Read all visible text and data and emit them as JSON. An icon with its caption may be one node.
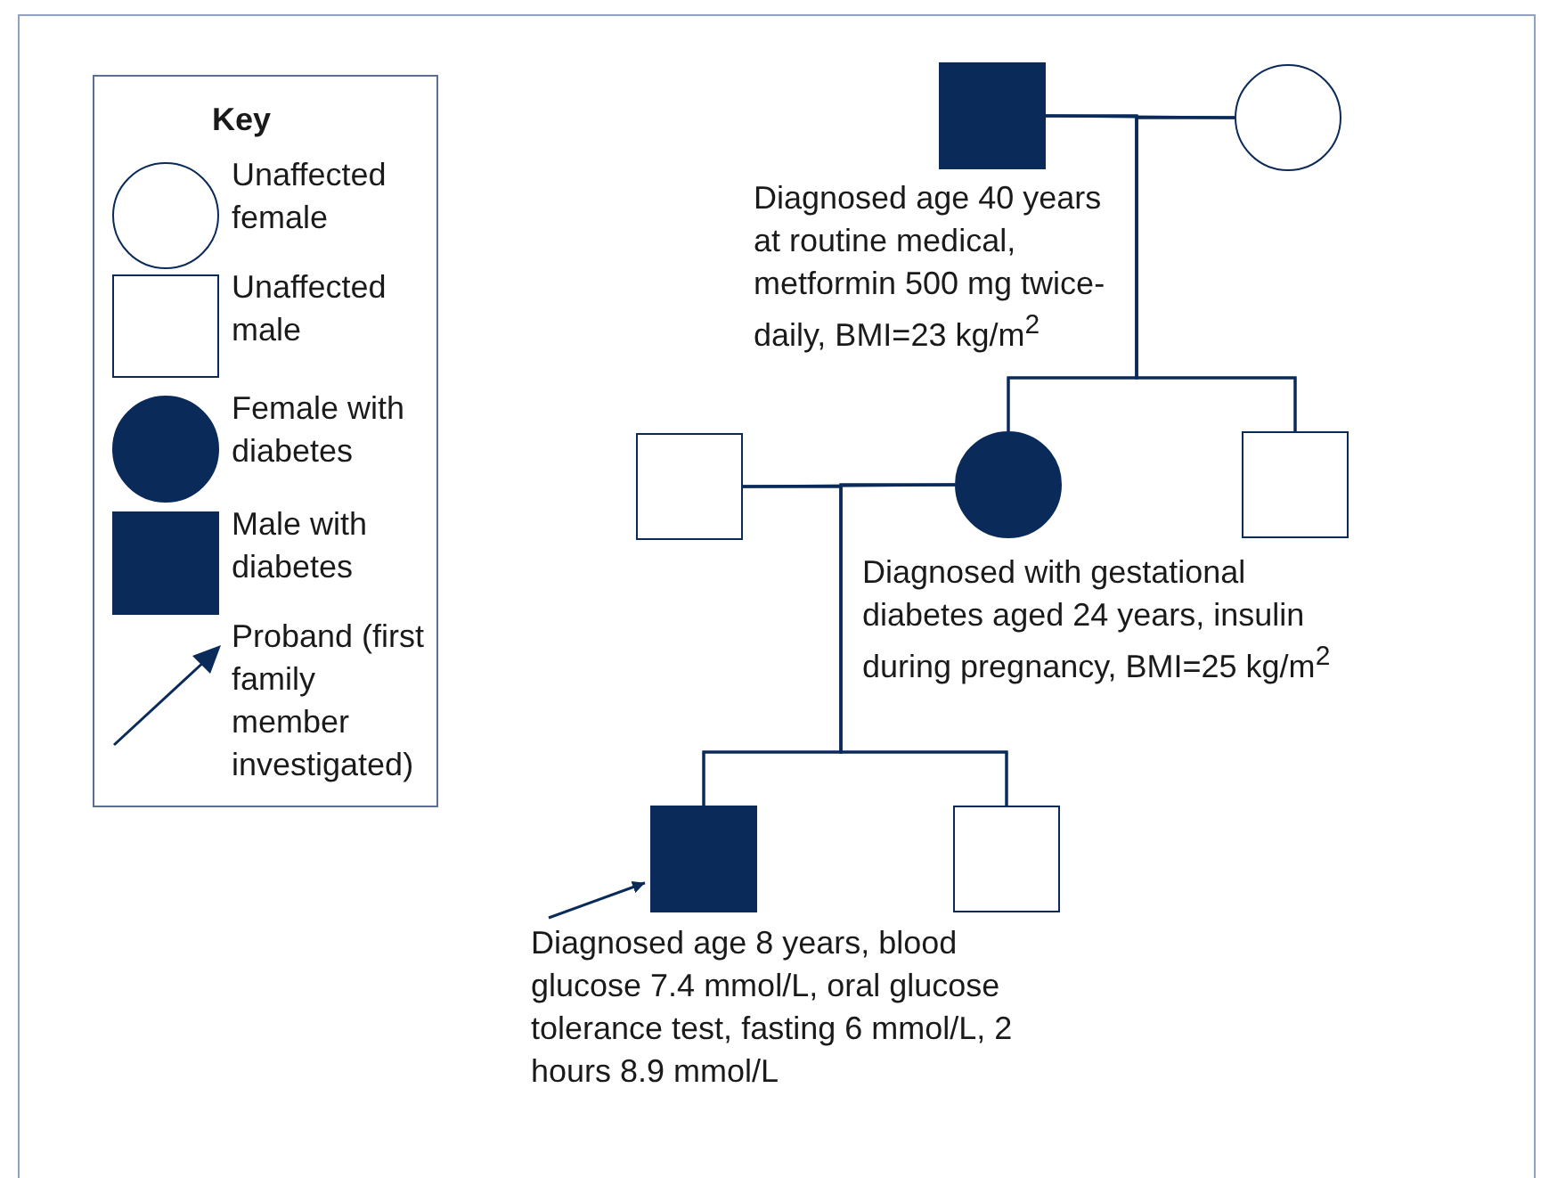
{
  "diagram": {
    "nodes": [
      {
        "text": [],
        "shape": "box",
        "beside": [
          "Diagnosed age 40 years at routine medical, metformin 500 mg twice-daily, BMI=23 kg/m$^{2}$"
        ]
      },
      {
        "text": [],
        "shape": "circle"
      },
      {
        "text": [],
        "shape": "box"
      },
      {
        "text": [],
        "shape": "circle",
        "beside": [
          "Diagnosed with gestational diabetes aged 24 years, insulin during pregnancy, BMI=25 kg/m$^{2}$"
        ]
      },
      {
        "text": [],
        "shape": "box"
      },
      {
        "text": [],
        "shape": "box",
        "beside": [
          "Diagnosed age 8 years, blood glucose 7.4 mmol/L, oral glucose tolerance test, fasting 6 mmol/L, 2 hours 8.9 mmol/L"
        ]
      },
      {
        "text": [],
        "shape": "box"
      }
    ],
    "edges": [
      {
        "from": 0,
        "to": 1,
        "arrow": "none"
      },
      {
        "from": 0,
        "to": 3,
        "arrow": "none"
      },
      {
        "from": 1,
        "to": 3,
        "arrow": "none"
      },
      {
        "from": 0,
        "to": 4,
        "arrow": "none"
      },
      {
        "from": 1,
        "to": 4,
        "arrow": "none"
      },
      {
        "from": 2,
        "to": 3,
        "arrow": "none"
      },
      {
        "from": 2,
        "to": 5,
        "arrow": "none"
      },
      {
        "from": 3,
        "to": 5,
        "arrow": "none"
      },
      {
        "from": 2,
        "to": 6,
        "arrow": "none"
      },
      {
        "from": 3,
        "to": 6,
        "arrow": "none"
      },
      {
        "from": null,
        "to": 5,
        "arrow": "to"
      }
    ],
    "labels": [
      "Key"
    ],
    "legend": [
      {
        "text": "Unaffected female"
      },
      {
        "text": "Unaffected male"
      },
      {
        "text": "Female with diabetes"
      },
      {
        "text": "Male with diabetes"
      },
      {
        "text": "Proband (first family member investigated)"
      }
    ]
  }
}
